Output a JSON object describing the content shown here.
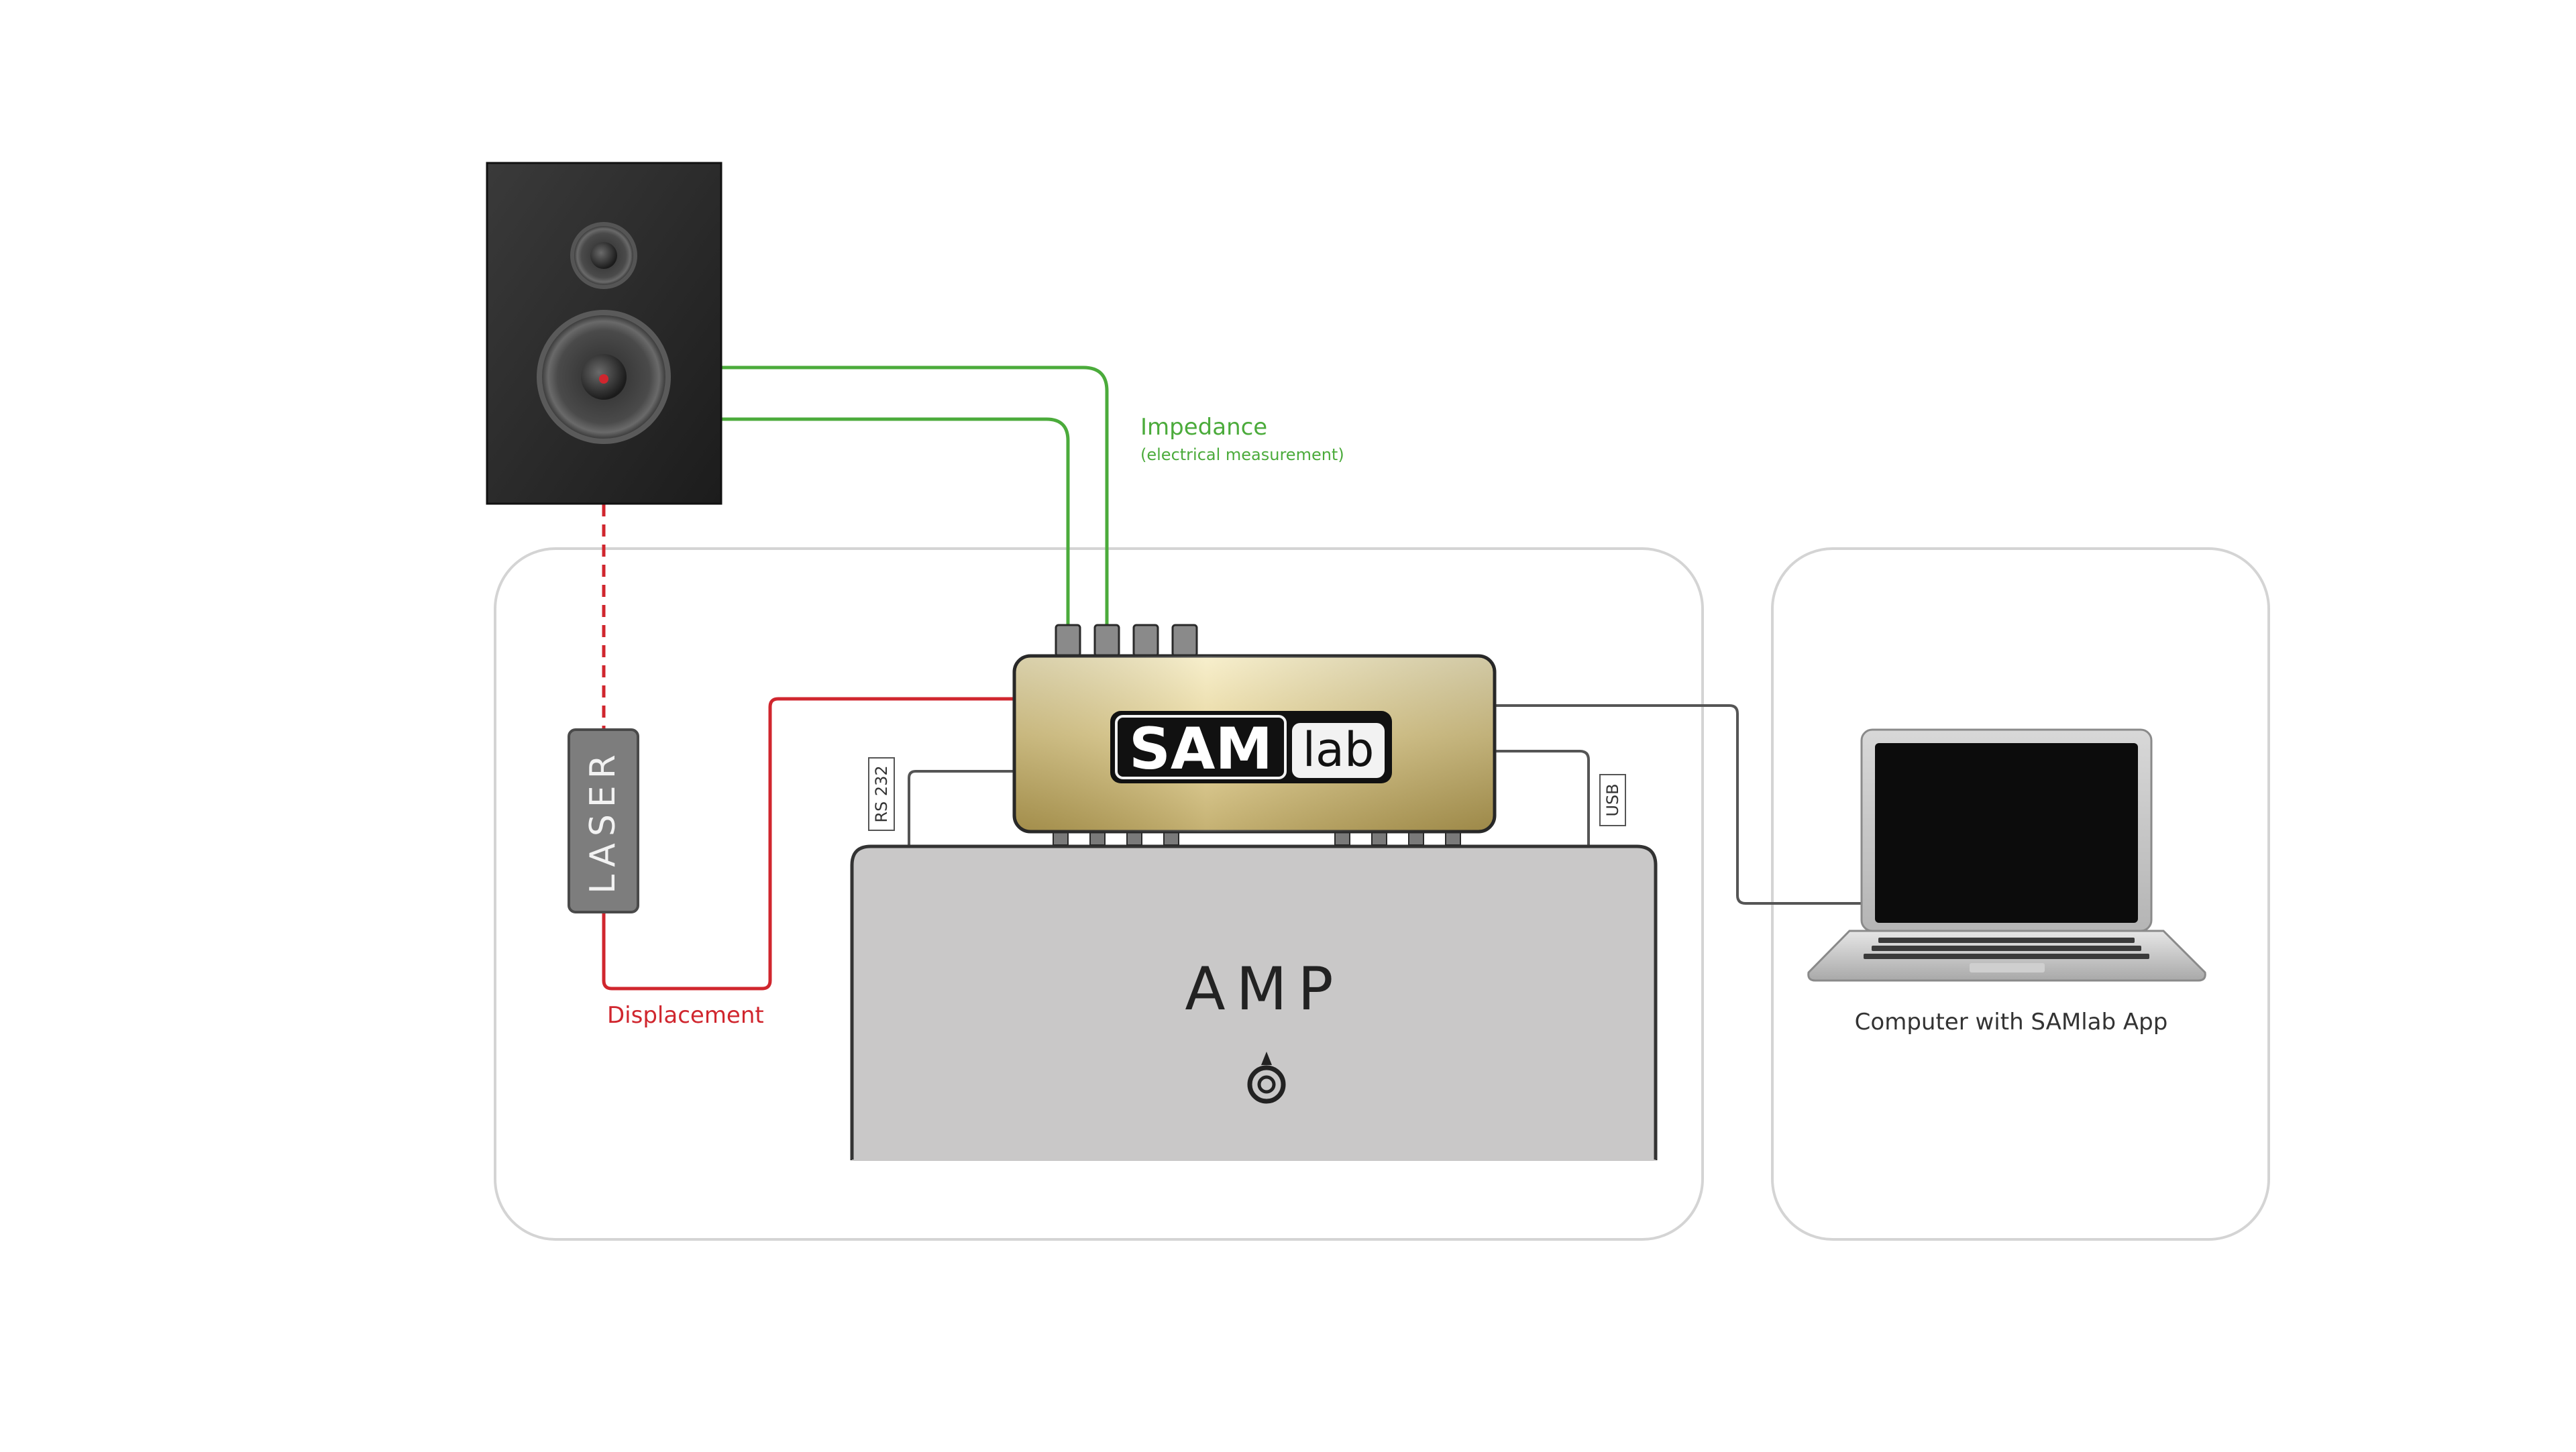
{
  "labels": {
    "impedance": "Impedance",
    "impedance_sub": "(electrical measurement)",
    "displacement": "Displacement",
    "laser": "LASER",
    "rs232": "RS 232",
    "usb": "USB",
    "logo_sam": "SAM",
    "logo_lab": "lab",
    "amp": "AMP",
    "computer": "Computer with SAMlab App"
  },
  "colors": {
    "impedance": "#4bab3b",
    "displacement": "#d0262e",
    "cable": "#555555",
    "panel_border": "#d4d4d4",
    "gold": "#d7c27a",
    "amp_body": "#c9c8c8"
  },
  "icons": {
    "speaker": "speaker-icon",
    "laser": "laser-device-icon",
    "samlab": "samlab-device-icon",
    "amp": "amplifier-icon",
    "laptop": "laptop-icon"
  }
}
